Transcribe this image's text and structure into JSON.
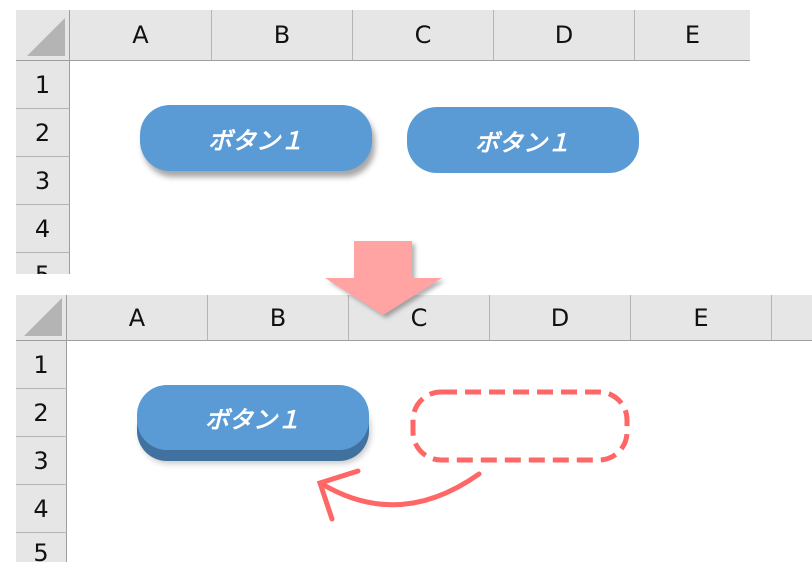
{
  "columns": [
    "A",
    "B",
    "C",
    "D",
    "E"
  ],
  "rows": [
    "1",
    "2",
    "3",
    "4",
    "5"
  ],
  "button_label": "ボタン１",
  "colors": {
    "button": "#5b9bd5",
    "button_base": "#41729f",
    "arrow": "#ffa3a3",
    "outline": "#ff6666"
  }
}
